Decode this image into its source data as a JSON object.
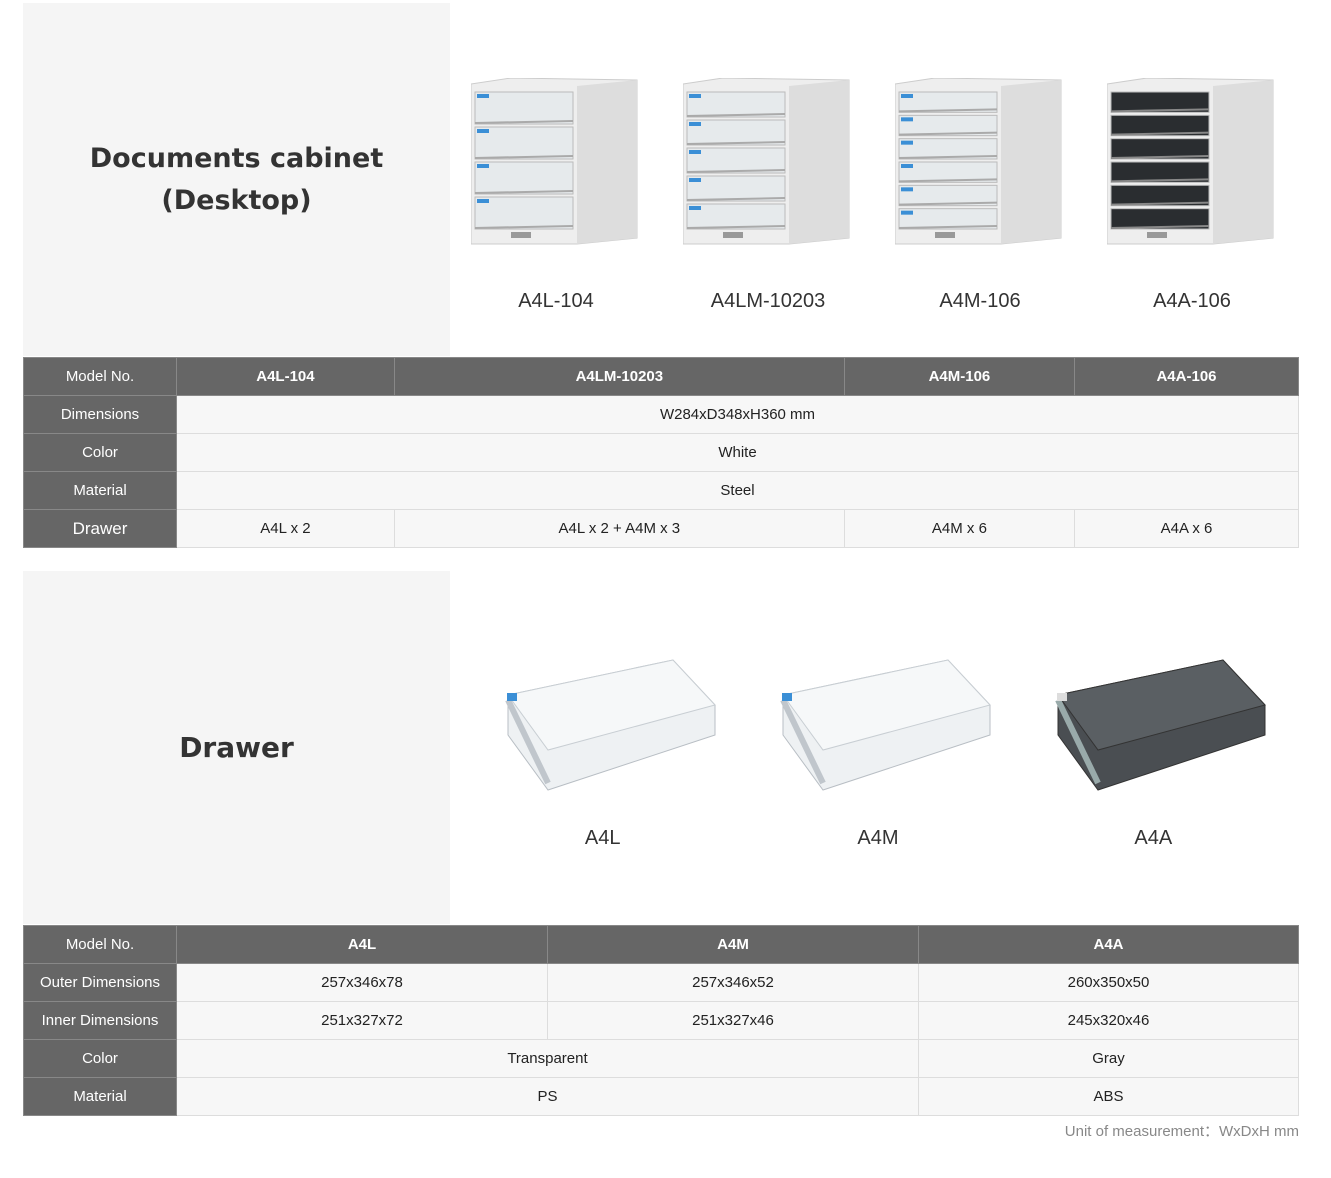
{
  "cabinet": {
    "title_line1": "Documents cabinet",
    "title_line2": "(Desktop)",
    "products": [
      {
        "name": "A4L-104",
        "drawers": 4,
        "dark": false
      },
      {
        "name": "A4LM-10203",
        "drawers": 5,
        "dark": false
      },
      {
        "name": "A4M-106",
        "drawers": 6,
        "dark": false
      },
      {
        "name": "A4A-106",
        "drawers": 6,
        "dark": true
      }
    ],
    "table": {
      "header_label": "Model No.",
      "models": [
        "A4L-104",
        "A4LM-10203",
        "A4M-106",
        "A4A-106"
      ],
      "dimensions_label": "Dimensions",
      "dimensions": "W284xD348xH360 mm",
      "color_label": "Color",
      "color": "White",
      "material_label": "Material",
      "material": "Steel",
      "drawer_label": "Drawer",
      "drawer": [
        "A4L x 2",
        "A4L x 2 + A4M x 3",
        "A4M x 6",
        "A4A x 6"
      ]
    }
  },
  "drawer": {
    "title": "Drawer",
    "products": [
      {
        "name": "A4L"
      },
      {
        "name": "A4M"
      },
      {
        "name": "A4A"
      }
    ],
    "table": {
      "header_label": "Model No.",
      "models": [
        "A4L",
        "A4M",
        "A4A"
      ],
      "outer_label": "Outer Dimensions",
      "outer": [
        "257x346x78",
        "257x346x52",
        "260x350x50"
      ],
      "inner_label": "Inner Dimensions",
      "inner": [
        "251x327x72",
        "251x327x46",
        "245x320x46"
      ],
      "color_label": "Color",
      "color": [
        "Transparent",
        "Gray"
      ],
      "material_label": "Material",
      "material": [
        "PS",
        "ABS"
      ]
    }
  },
  "caption": "Unit of measurement：WxDxH mm",
  "colors": {
    "header": "#666666",
    "cell": "#f7f7f7",
    "panel": "#f5f5f5"
  }
}
